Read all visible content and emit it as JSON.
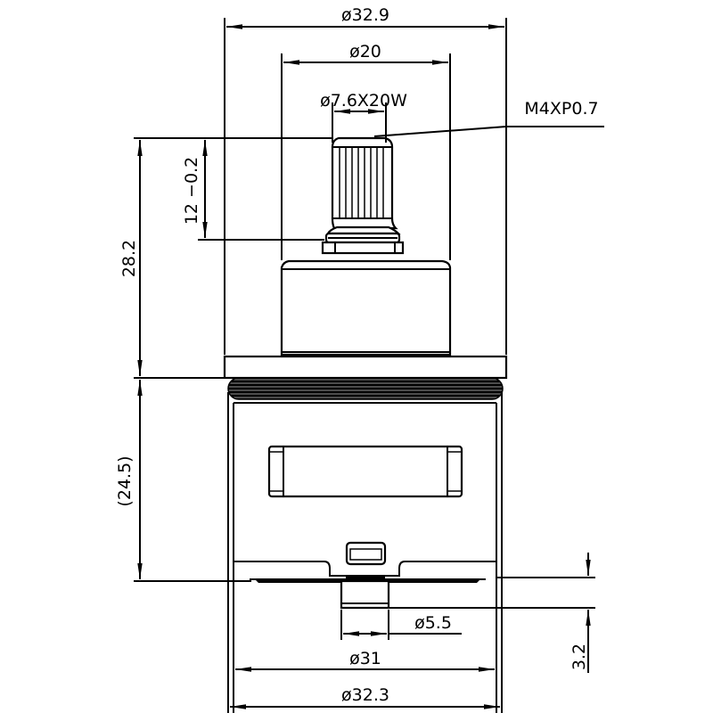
{
  "drawing": {
    "title": "Cartridge dimensional drawing",
    "line_color": "#000000",
    "background": "#ffffff"
  },
  "dimensions": {
    "top_overall_diameter": "ø32.9",
    "housing_diameter": "ø20",
    "spline": "ø7.6X20W",
    "thread": "M4XP0.7",
    "stem_height": "12 −0.2",
    "upper_height": "28.2",
    "lower_height": "(24.5)",
    "pin_diameter": "ø5.5",
    "base_height": "3.2",
    "body_diameter": "ø31",
    "bottom_overall_diameter": "ø32.3"
  }
}
